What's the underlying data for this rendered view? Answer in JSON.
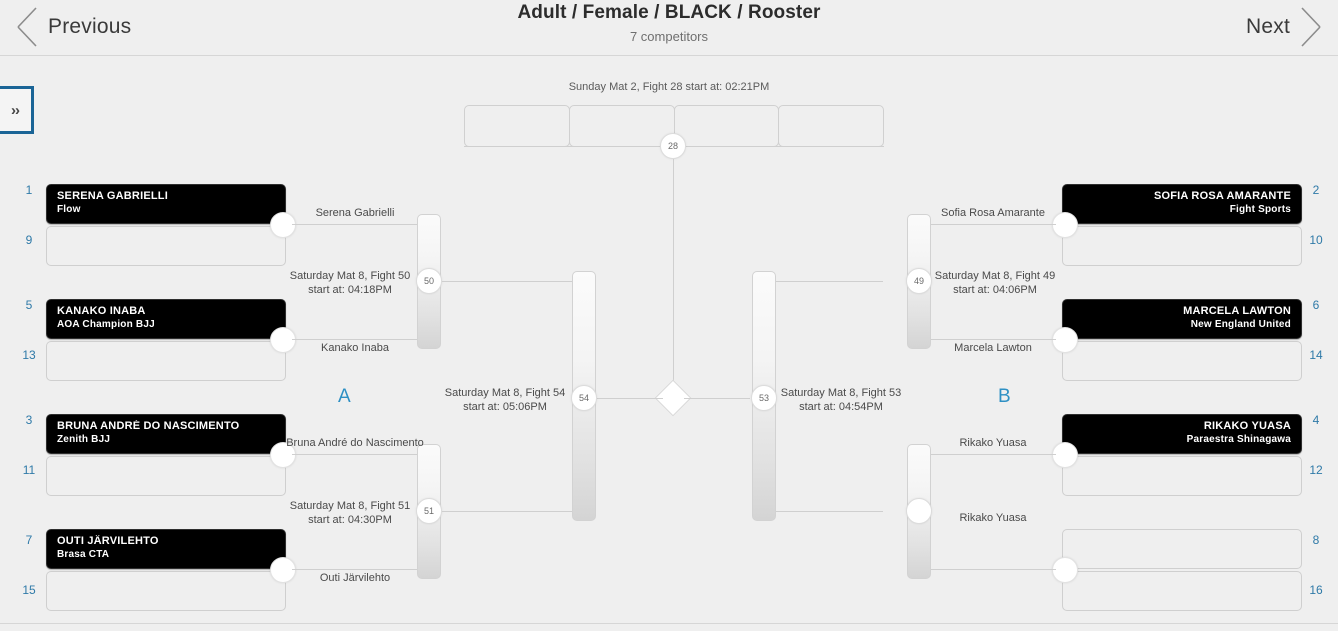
{
  "header": {
    "prev_label": "Previous",
    "next_label": "Next",
    "title": "Adult / Female / BLACK / Rooster",
    "subtitle": "7 competitors",
    "expand_label": "››"
  },
  "colors": {
    "accent_blue": "#2f7aa8",
    "group_letter": "#2e90c4",
    "expand_border": "#1a6496",
    "page_bg": "#efefef",
    "slot_filled": "#000000"
  },
  "final": {
    "info": "Sunday Mat 2, Fight 28 start at: 02:21PM",
    "fight_number": "28"
  },
  "groups": {
    "left": "A",
    "right": "B"
  },
  "left": {
    "seeds": [
      "1",
      "9",
      "5",
      "13",
      "3",
      "11",
      "7",
      "15"
    ],
    "slots": [
      {
        "name": "SERENA GABRIELLI",
        "team": "Flow",
        "filled": true
      },
      {
        "name": "",
        "team": "",
        "filled": false
      },
      {
        "name": "KANAKO INABA",
        "team": "AOA Champion BJJ",
        "filled": true
      },
      {
        "name": "",
        "team": "",
        "filled": false
      },
      {
        "name": "BRUNA ANDRÉ DO NASCIMENTO",
        "team": "Zenith BJJ",
        "filled": true
      },
      {
        "name": "",
        "team": "",
        "filled": false
      },
      {
        "name": "OUTI JÄRVILEHTO",
        "team": "Brasa CTA",
        "filled": true
      },
      {
        "name": "",
        "team": "",
        "filled": false
      }
    ],
    "winners": [
      "Serena Gabrielli",
      "Kanako Inaba",
      "Bruna André do Nascimento",
      "Outi Järvilehto"
    ],
    "matches": [
      {
        "fight_number": "50",
        "line1": "Saturday Mat 8, Fight 50",
        "line2": "start at: 04:18PM"
      },
      {
        "fight_number": "51",
        "line1": "Saturday Mat 8, Fight 51",
        "line2": "start at: 04:30PM"
      }
    ],
    "semifinal": {
      "fight_number": "54",
      "line1": "Saturday Mat 8, Fight 54",
      "line2": "start at: 05:06PM"
    }
  },
  "right": {
    "seeds": [
      "2",
      "10",
      "6",
      "14",
      "4",
      "12",
      "8",
      "16"
    ],
    "slots": [
      {
        "name": "SOFIA ROSA AMARANTE",
        "team": "Fight Sports",
        "filled": true
      },
      {
        "name": "",
        "team": "",
        "filled": false
      },
      {
        "name": "MARCELA LAWTON",
        "team": "New England United",
        "filled": true
      },
      {
        "name": "",
        "team": "",
        "filled": false
      },
      {
        "name": "RIKAKO YUASA",
        "team": "Paraestra Shinagawa",
        "filled": true
      },
      {
        "name": "",
        "team": "",
        "filled": false
      },
      {
        "name": "",
        "team": "",
        "filled": false
      },
      {
        "name": "",
        "team": "",
        "filled": false
      }
    ],
    "winners": [
      "Sofia Rosa Amarante",
      "Marcela Lawton",
      "Rikako Yuasa",
      "Rikako Yuasa"
    ],
    "matches": [
      {
        "fight_number": "49",
        "line1": "Saturday Mat 8, Fight 49",
        "line2": "start at: 04:06PM"
      },
      {
        "fight_number": "",
        "line1": "",
        "line2": ""
      }
    ],
    "semifinal": {
      "fight_number": "53",
      "line1": "Saturday Mat 8, Fight 53",
      "line2": "start at: 04:54PM"
    }
  }
}
